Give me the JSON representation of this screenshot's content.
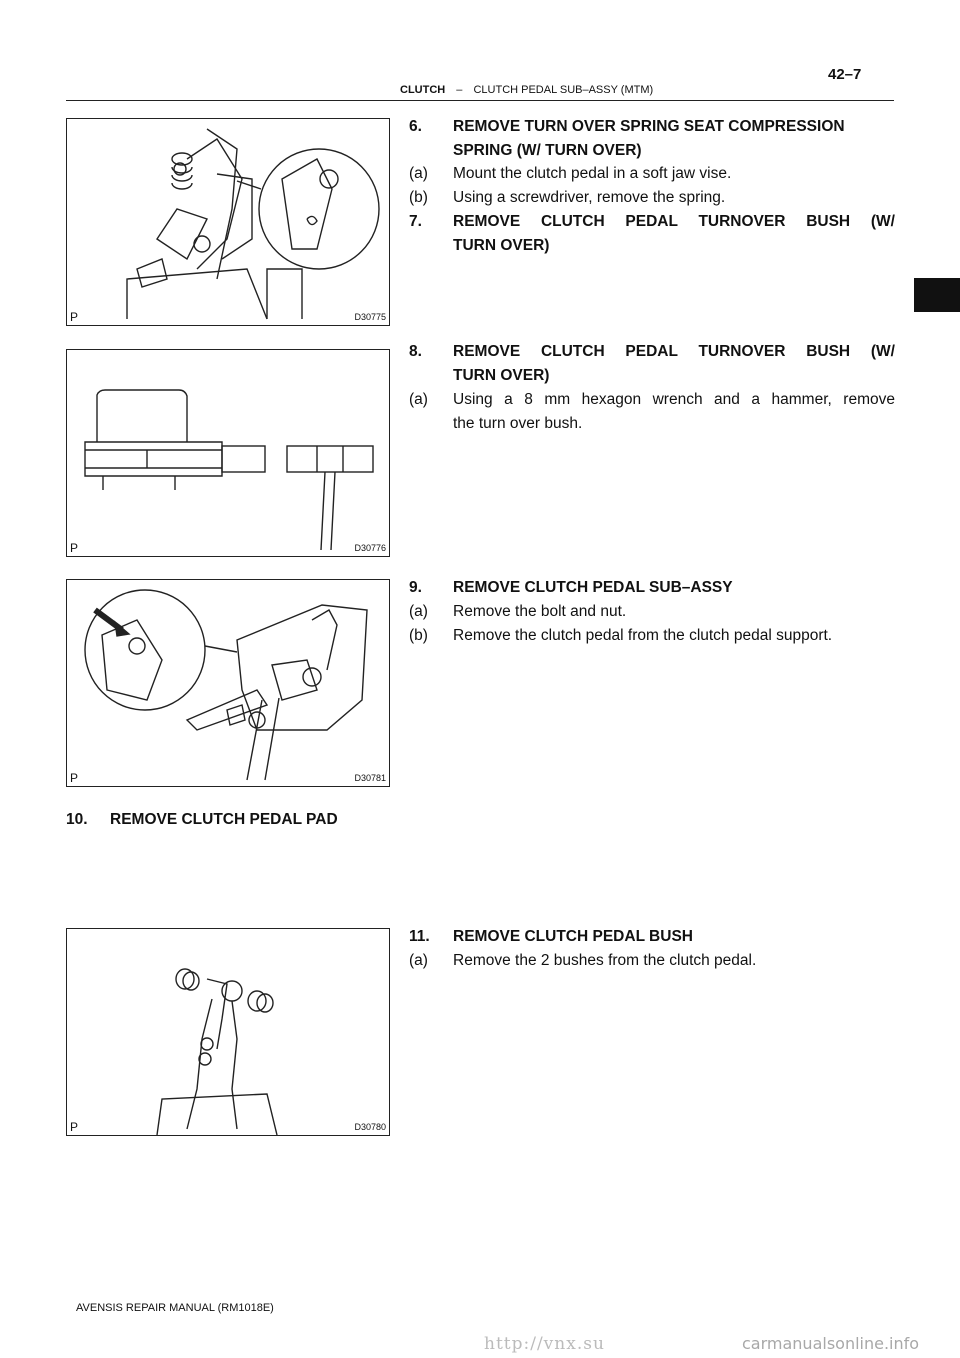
{
  "header": {
    "section": "CLUTCH",
    "separator": "–",
    "subsection": "CLUTCH PEDAL SUB–ASSY (MTM)",
    "page_number": "42–7"
  },
  "figures": [
    {
      "p_label": "P",
      "code": "D30775"
    },
    {
      "p_label": "P",
      "code": "D30776"
    },
    {
      "p_label": "P",
      "code": "D30781"
    },
    {
      "p_label": "P",
      "code": "D30780"
    }
  ],
  "steps": {
    "s6": {
      "num": "6.",
      "line1": "REMOVE TURN OVER SPRING SEAT COMPRESSION",
      "line2": "SPRING (W/ TURN OVER)"
    },
    "s6a": {
      "num": "(a)",
      "text": "Mount the clutch pedal in a soft jaw vise."
    },
    "s6b": {
      "num": "(b)",
      "text": "Using a screwdriver, remove the spring."
    },
    "s7": {
      "num": "7.",
      "line1": "REMOVE CLUTCH PEDAL TURNOVER BUSH (W/",
      "line2": "TURN OVER)"
    },
    "s8": {
      "num": "8.",
      "line1": "REMOVE CLUTCH PEDAL TURNOVER BUSH (W/",
      "line2": "TURN OVER)"
    },
    "s8a": {
      "num": "(a)",
      "line1": "Using a 8 mm hexagon wrench and a hammer, remove",
      "line2": "the turn over bush."
    },
    "s9": {
      "num": "9.",
      "text": "REMOVE CLUTCH PEDAL SUB–ASSY"
    },
    "s9a": {
      "num": "(a)",
      "text": "Remove the bolt and nut."
    },
    "s9b": {
      "num": "(b)",
      "text": "Remove the clutch pedal from the clutch pedal support."
    },
    "s10": {
      "num": "10.",
      "text": "REMOVE CLUTCH PEDAL PAD"
    },
    "s11": {
      "num": "11.",
      "text": "REMOVE CLUTCH PEDAL BUSH"
    },
    "s11a": {
      "num": "(a)",
      "text": "Remove the 2 bushes from the clutch pedal."
    }
  },
  "footer": {
    "text": "AVENSIS REPAIR MANUAL   (RM1018E)"
  },
  "watermarks": {
    "left": "http://vnx.su",
    "right": "carmanualsonline.info"
  }
}
